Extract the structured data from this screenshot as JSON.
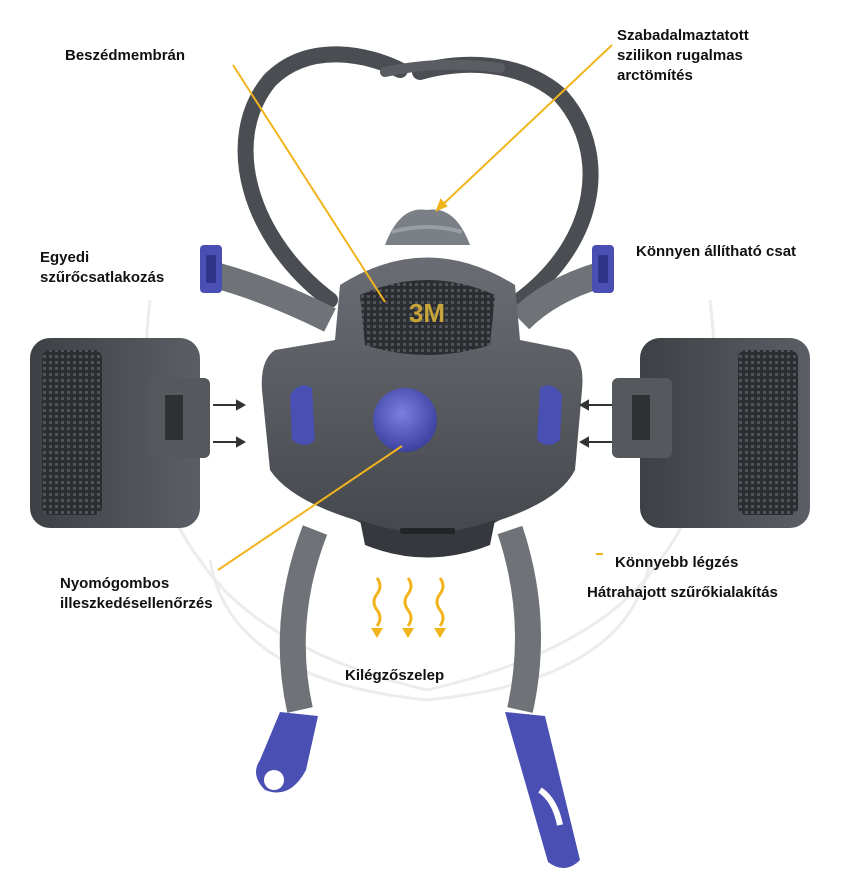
{
  "labels": {
    "beszedmembran": "Beszédmembrán",
    "szabadalmaztatott": [
      "Szabadalmaztatott",
      "szilikon rugalmas",
      "arctömítés"
    ],
    "egyedi": [
      "Egyedi",
      "szűrőcsatlakozás"
    ],
    "konnyen": "Könnyen állítható csat",
    "konnyebb": "Könnyebb légzés",
    "hatrahajtott": "Hátrahajott szűrőkialakítás",
    "nyomogombos": [
      "Nyomógombos",
      "illeszkedésellenőrzés"
    ],
    "kilegzo": "Kilégzőszelep"
  },
  "logo_text": "3M",
  "colors": {
    "mask_body": "#5a5d63",
    "mask_dark": "#3e4146",
    "strap": "#6f7378",
    "accent_blue": "#4a4fb3",
    "leader_line": "#f2b41c",
    "filter_mesh": "#2e3034",
    "label_text": "#111111"
  },
  "icons": [
    "mask-illustration",
    "airflow-arrow-icon",
    "exhale-arrow-icon"
  ]
}
